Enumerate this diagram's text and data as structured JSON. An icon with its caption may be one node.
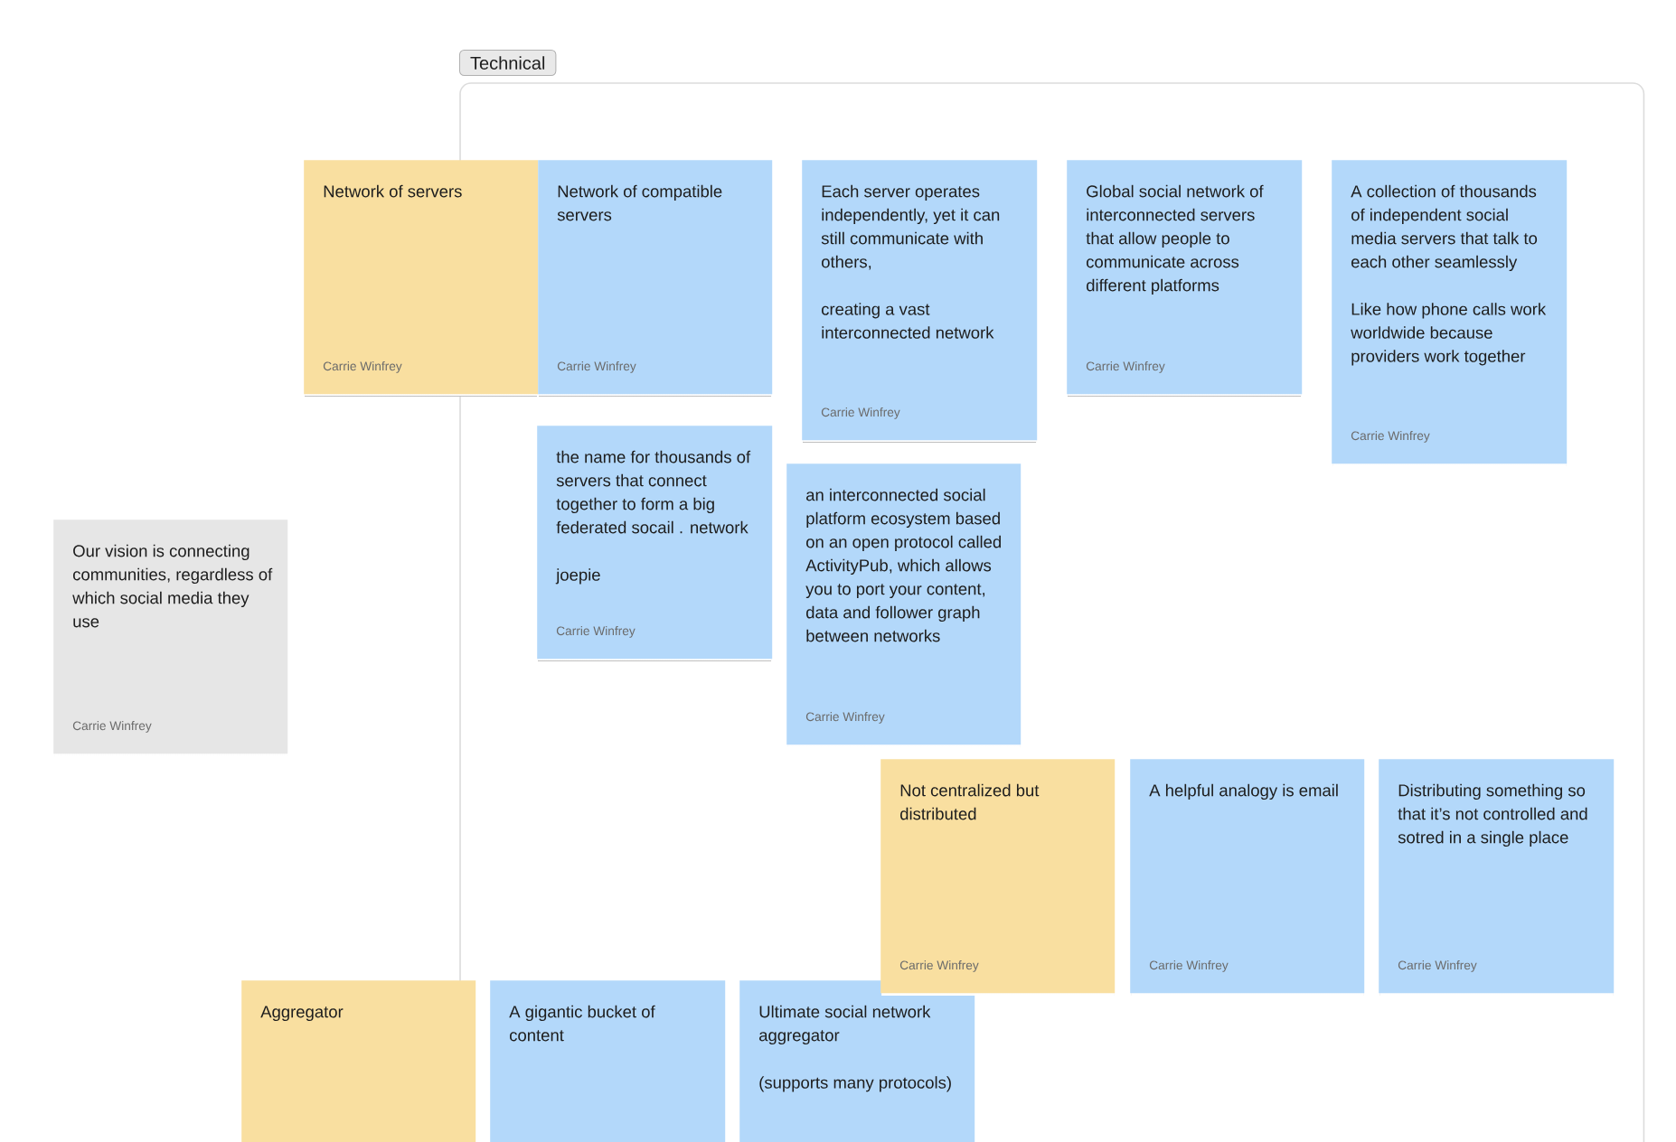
{
  "diagram": {
    "nodes": [
      {
        "text": [
          "Technical"
        ]
      },
      {
        "text": [
          "Network of servers",
          "Carrie Winfrey"
        ]
      },
      {
        "text": [
          "Network of compatible servers",
          "Carrie Winfrey"
        ],
        "in": 0
      },
      {
        "text": [
          "Each server operates independently, yet it can still communicate with others,",
          "creating a vast interconnected network",
          "Carrie Winfrey"
        ],
        "in": 0
      },
      {
        "text": [
          "Global social network of interconnected servers that allow people to communicate across different platforms",
          "Carrie Winfrey"
        ],
        "in": 0
      },
      {
        "text": [
          "A collection of thousands of independent social media servers that talk to each other seamlessly",
          "Like how phone calls work worldwide because providers work together",
          "Carrie Winfrey"
        ],
        "in": 0
      },
      {
        "text": [
          "the name for thousands of servers that connect together to form a big federated socail . network",
          "joepie",
          "Carrie Winfrey"
        ],
        "in": 0
      },
      {
        "text": [
          "an interconnected social platform ecosystem based on an open protocol called ActivityPub, which allows you to port your content, data and follower graph between networks",
          "Carrie Winfrey"
        ],
        "in": 0
      },
      {
        "text": [
          "Our vision is connecting communities, regardless of which social media they use",
          "Carrie Winfrey"
        ]
      },
      {
        "text": [
          "Not centralized but distributed",
          "Carrie Winfrey"
        ],
        "in": 0
      },
      {
        "text": [
          "A helpful analogy is email",
          "Carrie Winfrey"
        ],
        "in": 0
      },
      {
        "text": [
          "Distributing something so that it’s not controlled and sotred in a single place",
          "Carrie Winfrey"
        ],
        "in": 0
      },
      {
        "text": [
          "Aggregator"
        ]
      },
      {
        "text": [
          "A gigantic bucket of content"
        ],
        "in": 0
      },
      {
        "text": [
          "Ultimate social network aggregator",
          "(supports many protocols)"
        ],
        "in": 0
      }
    ]
  }
}
